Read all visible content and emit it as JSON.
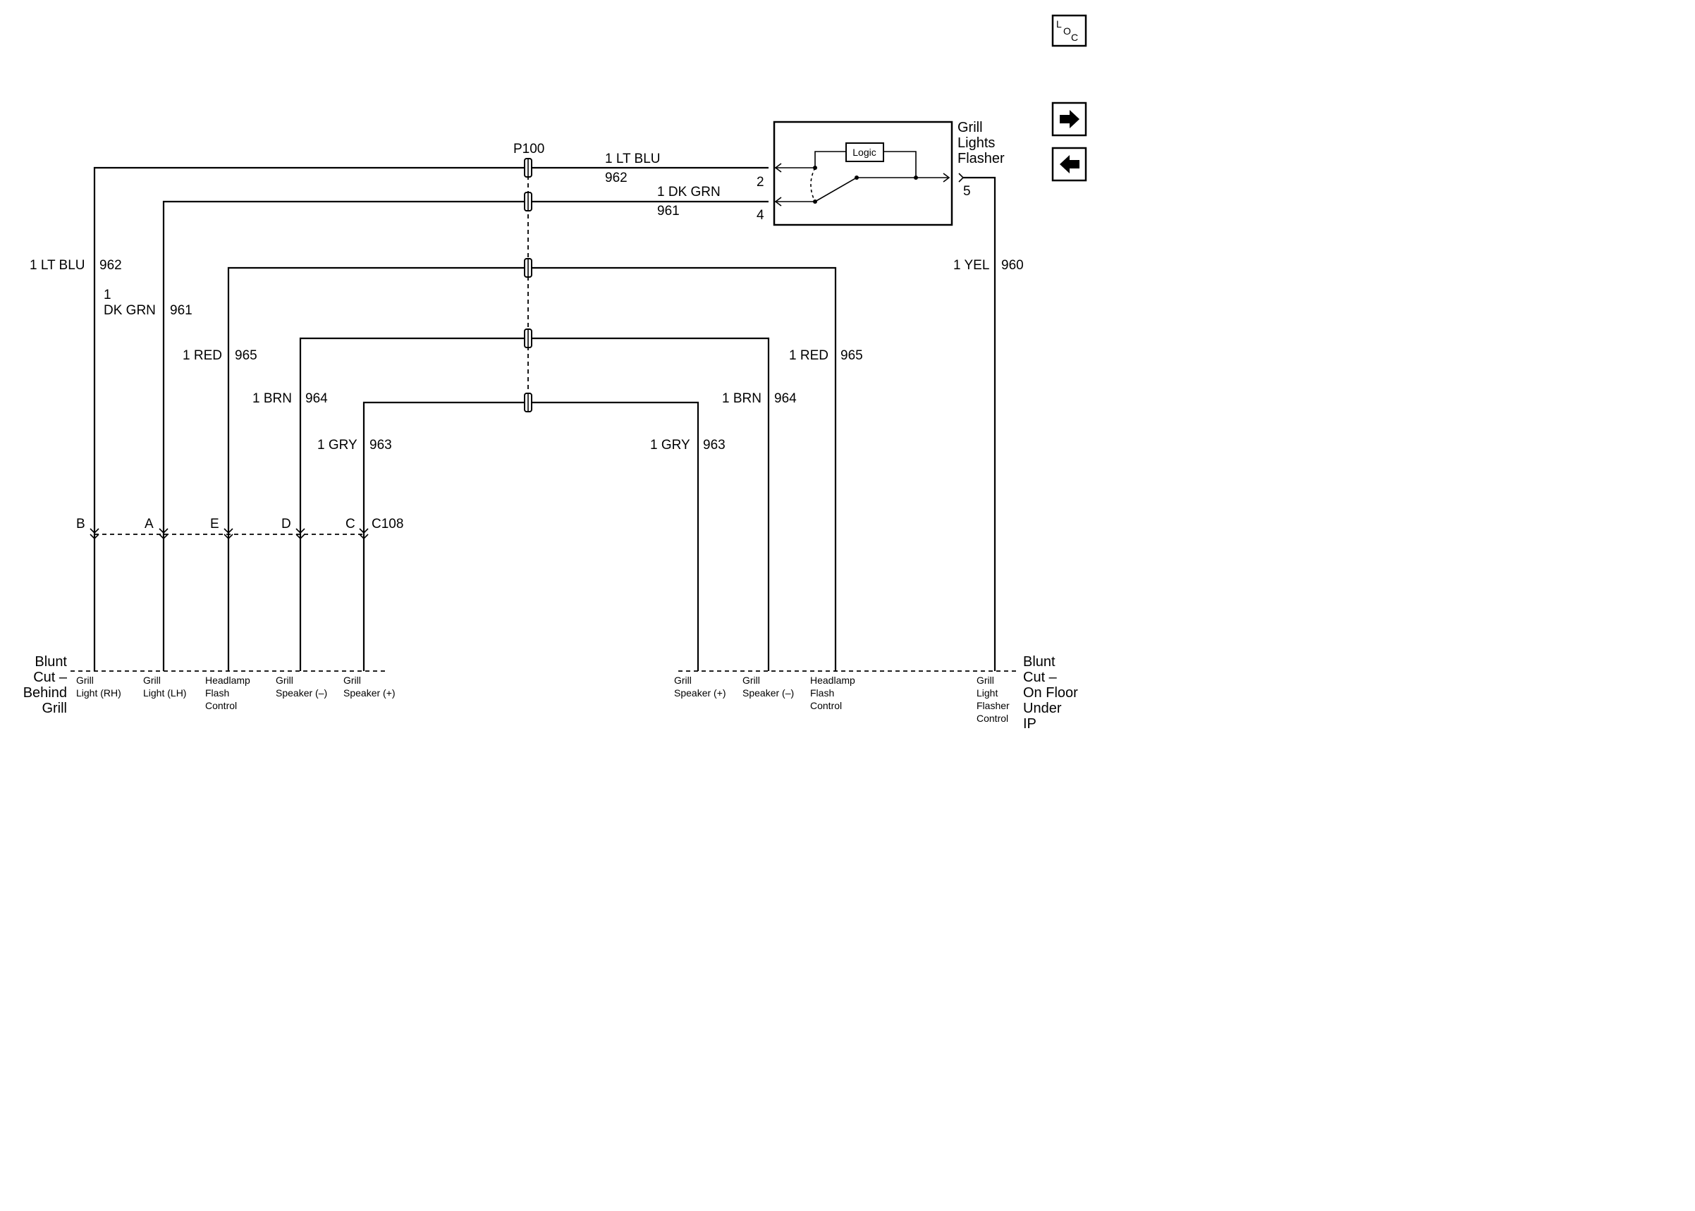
{
  "icons": {
    "loc": [
      "L",
      "O",
      "C"
    ],
    "next": "right-arrow-icon",
    "prev": "left-arrow-icon"
  },
  "component": {
    "name": [
      "Grill",
      "Lights",
      "Flasher"
    ],
    "logic": "Logic",
    "pins": {
      "p2": "2",
      "p4": "4",
      "p5": "5"
    }
  },
  "splice": {
    "name": "P100"
  },
  "connector": {
    "name": "C108",
    "pins": {
      "B": "B",
      "A": "A",
      "E": "E",
      "D": "D",
      "C": "C"
    }
  },
  "wires": {
    "top_blu": {
      "color": "1 LT BLU",
      "circuit": "962"
    },
    "top_grn": {
      "color": "1 DK GRN",
      "circuit": "961"
    },
    "left_blu": {
      "color": "1 LT BLU",
      "circuit": "962"
    },
    "left_grn": {
      "color_num": "1",
      "color": "DK GRN",
      "circuit": "961"
    },
    "left_red": {
      "color": "1 RED",
      "circuit": "965"
    },
    "left_brn": {
      "color": "1 BRN",
      "circuit": "964"
    },
    "left_gry": {
      "color": "1 GRY",
      "circuit": "963"
    },
    "right_gry": {
      "color": "1 GRY",
      "circuit": "963"
    },
    "right_brn": {
      "color": "1 BRN",
      "circuit": "964"
    },
    "right_red": {
      "color": "1 RED",
      "circuit": "965"
    },
    "yel": {
      "color": "1 YEL",
      "circuit": "960"
    }
  },
  "left_group": {
    "title": [
      "Blunt",
      "Cut –",
      "Behind",
      "Grill"
    ],
    "items": [
      [
        "Grill",
        "Light (RH)"
      ],
      [
        "Grill",
        "Light (LH)"
      ],
      [
        "Headlamp",
        "Flash",
        "Control"
      ],
      [
        "Grill",
        "Speaker (–)"
      ],
      [
        "Grill",
        "Speaker (+)"
      ]
    ]
  },
  "right_group": {
    "title": [
      "Blunt",
      "Cut –",
      "On Floor",
      "Under",
      "IP"
    ],
    "items": [
      [
        "Grill",
        "Speaker (+)"
      ],
      [
        "Grill",
        "Speaker (–)"
      ],
      [
        "Headlamp",
        "Flash",
        "Control"
      ],
      [
        "Grill",
        "Light",
        "Flasher",
        "Control"
      ]
    ]
  }
}
